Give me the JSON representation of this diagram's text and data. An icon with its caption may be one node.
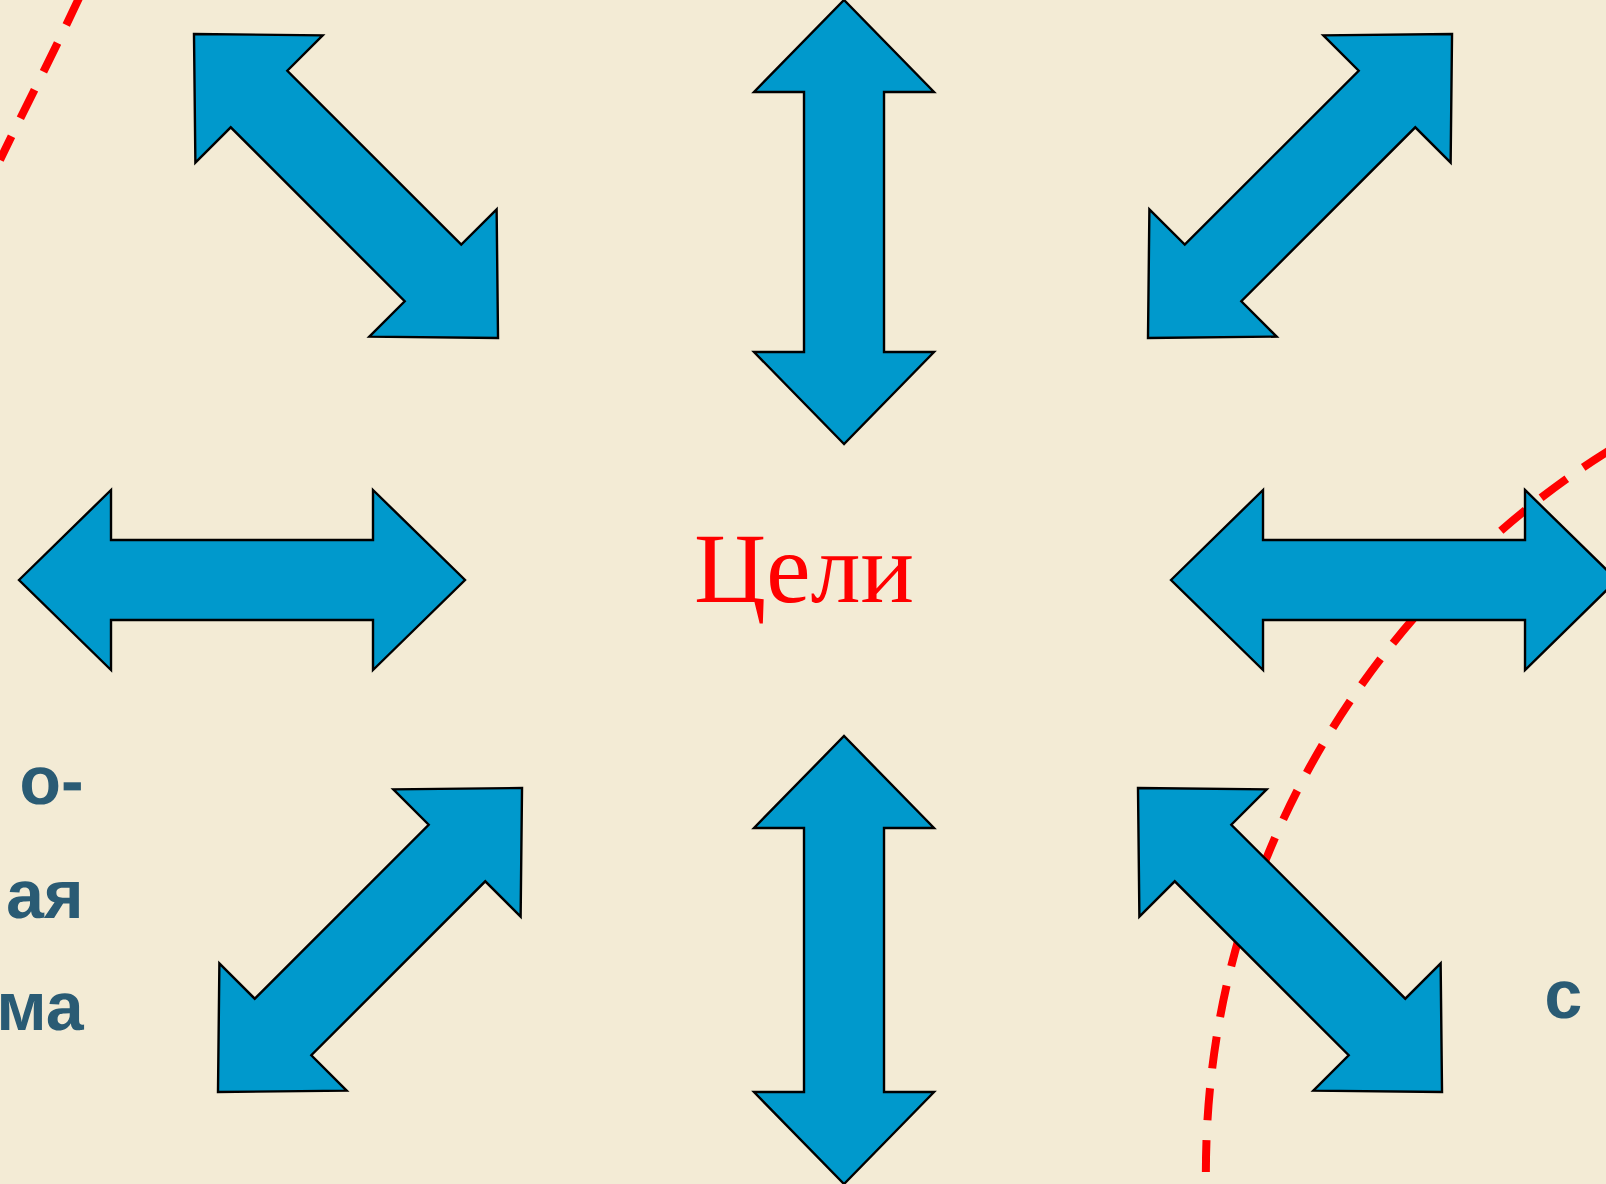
{
  "diagram": {
    "nodes": [
      {
        "text": [
          "Цели"
        ]
      }
    ],
    "labels": [
      "о-",
      "ая",
      "ма",
      "с"
    ]
  }
}
